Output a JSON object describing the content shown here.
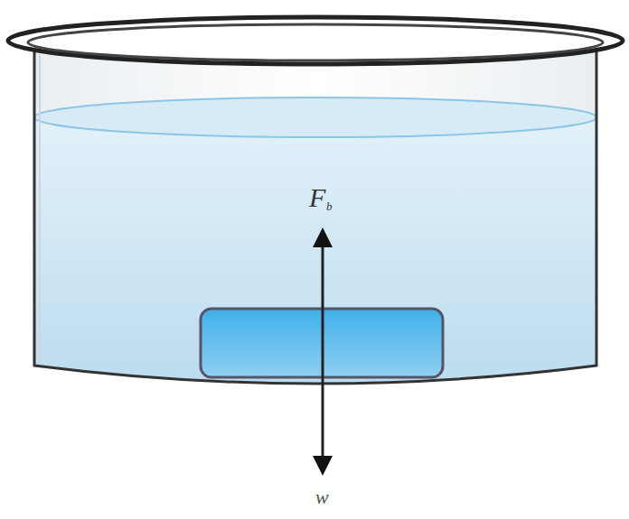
{
  "diagram": {
    "labels": [
      "F",
      "b",
      "w"
    ]
  }
}
